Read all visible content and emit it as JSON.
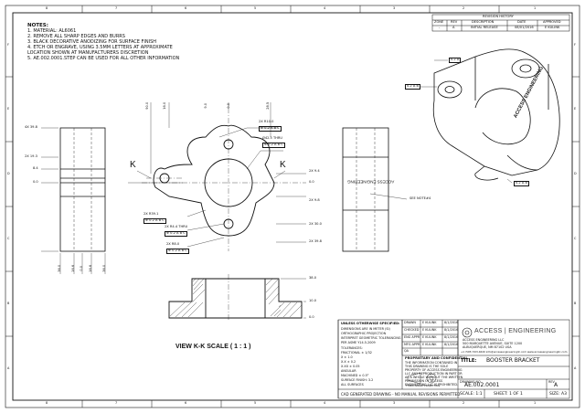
{
  "notes": {
    "title": "NOTES:",
    "items": [
      "1. MATERIAL: AL6061",
      "2. REMOVE ALL SHARP EDGES AND BURRS",
      "3. BLACK DECORATIVE ANODIZING FOR SURFACE FINISH",
      "4. ETCH OR ENGRAVE, USING 3.5MM LETTERS AT APPROXIMATE",
      "LOCATION SHOWN AT MANUFACTURERS DISCRETION",
      "5. AE.002.0001.STEP CAN BE USED FOR ALL OTHER INFORMATION"
    ]
  },
  "revision": {
    "title": "REVISION HISTORY",
    "headers": [
      "ZONE",
      "REV",
      "DESCRIPTION",
      "DATE",
      "APPROVED"
    ],
    "row": [
      "-",
      "A",
      "INITIAL RELEASE",
      "08/01/2016",
      "E KULINK"
    ]
  },
  "grid": {
    "cols": [
      "8",
      "7",
      "6",
      "5",
      "4",
      "3",
      "2",
      "1"
    ],
    "rows": [
      "F",
      "E",
      "D",
      "C",
      "B",
      "A"
    ]
  },
  "dims": {
    "top_90": "90.0",
    "top_160": "16.0",
    "top_9": "9.0",
    "top_285": "28.5",
    "top_0": "0.0",
    "left_4x": "4X 39.8",
    "left_2x193": "2X 19.3",
    "left_84": "8.4",
    "left_0": "0.0",
    "bot_360": "36.0",
    "bot_166": "16.6",
    "bot_0": "0.0",
    "bot_166b": "16.6",
    "bot_36b": "36.0",
    "r10": "2X R10.0",
    "pos1": "⊕ 0.2 A B C",
    "dia": "Ø42.5 THRU",
    "pos2": "⊕ 0.2 A B C",
    "r39": "2X R39.1",
    "pos3": "⊕ 0.2 A B C",
    "hole": "2X R4.4 THRU",
    "pos4": "⊕ 0.2 A B C",
    "r8": "2X R8.0",
    "pos5": "⊕ 0.2 A B C",
    "r_x_top": "2X 9.4",
    "r_0": "0.0",
    "r_98": "2X 9.8",
    "r_30": "2X 30.0",
    "r_398": "2X 39.8",
    "sec_380": "38.0",
    "sec_100": "10.0",
    "sec_0": "0.0",
    "datum_c": "C",
    "datum_a": "A",
    "datum_b": "B",
    "ctrl_1": "0.2 A",
    "ctrl_2": "0.2 A B",
    "ctrl_3": "0.2 A B"
  },
  "k_left": "K",
  "k_right": "K",
  "engrave_text": "ACCESS ENGINEERING",
  "see_note": "SEE NOTE#4",
  "view_label": "VIEW K-K SCALE ( 1 : 1 )",
  "title_block": {
    "unless": "UNLESS OTHERWISE SPECIFIED:",
    "tol_lines": [
      "DIMENSIONS ARE IN METER (SI)",
      "ORTHOGRAPHIC PROJECTION",
      "INTERPRET GEOMETRIC TOLERANCING",
      "PER ASME Y14.5-2009",
      "TOLERANCES:",
      "FRACTIONAL ± 1/32",
      "X ± 1.0",
      "X.X ± 0.2",
      "X.XX ± 0.05",
      "ANGULAR",
      "MACHINED ± 0.5°",
      "SURFACE FINISH: 3.2",
      "ALL SURFACES"
    ],
    "roles": [
      {
        "role": "DRAWN",
        "name": "E KULINK",
        "date": "8/1/2016"
      },
      {
        "role": "CHECKED",
        "name": "E KULINK",
        "date": "8/1/2016"
      },
      {
        "role": "ENG APPR",
        "name": "E KULINK",
        "date": "8/1/2016"
      },
      {
        "role": "MFG APPR",
        "name": "E KULINK",
        "date": "8/1/2016"
      },
      {
        "role": "QA",
        "name": "",
        "date": ""
      }
    ],
    "company": "ACCESS | ENGINEERING",
    "company_lines": [
      "ACCESS ENGINEERING LLC",
      "500 MARQUETTE AVENUE, SUITE 1200",
      "ALBUQUERQUE, NM 87102 USA"
    ],
    "contact": "+1 (505) 503-4620   info@accessengineeringllc.com   www.accessengineeringllc.com",
    "proprietary_title": "PROPRIETARY AND CONFIDENTIAL",
    "proprietary_lines": [
      "THE INFORMATION CONTAINED IN",
      "THIS DRAWING IS THE SOLE",
      "PROPERTY OF ACCESS ENGINEERING",
      "LLC ANY REPRODUCTION IN PART OR",
      "AS A WHOLE WITHOUT THE WRITTEN",
      "PERMISSION OF ACCESS",
      "ENGINEERING LLC IS PROHIBITED."
    ],
    "projection": "THIRD ANGLE PROJECTION",
    "title_label": "TITLE:",
    "title": "BOOSTER BRACKET",
    "dwg_label": "DRAWING NO.",
    "dwg_no": "AE.002.0001",
    "rev_label": "REV",
    "rev": "A",
    "scale": "SCALE: 1:1",
    "sheet": "SHEET: 1  OF  1",
    "size": "SIZE: A3",
    "cad_note": "CAD GENERATED DRAWING - NO MANUAL REVISIONS PERMITTED"
  }
}
